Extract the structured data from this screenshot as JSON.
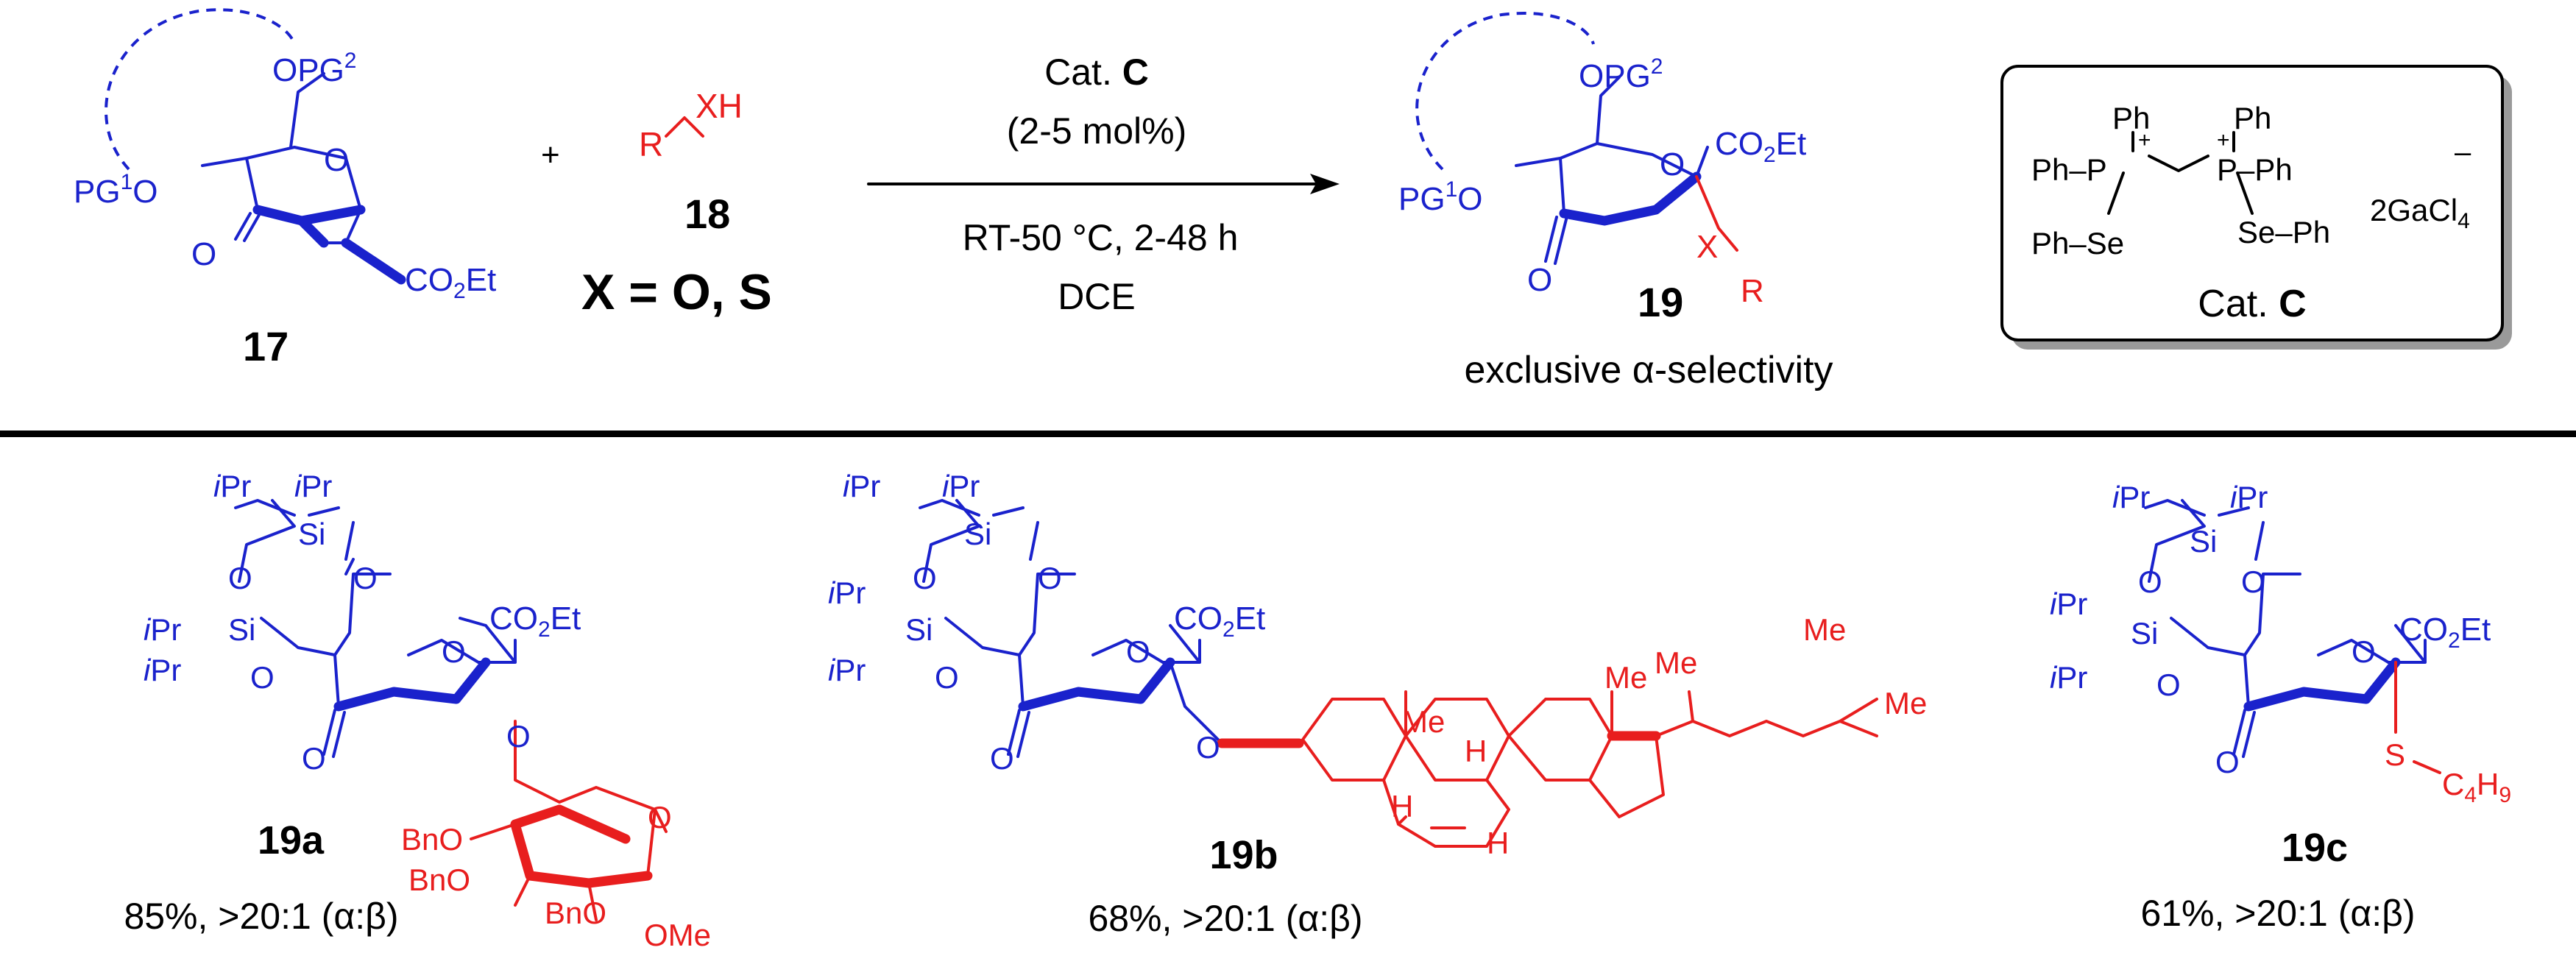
{
  "colors": {
    "protecting_group": "#1a22cc",
    "nucleophile": "#e81e1e",
    "text": "#000000"
  },
  "reaction": {
    "reactant_17": {
      "label": "17",
      "atoms": {
        "opg2": "OPG",
        "opg2_sup": "2",
        "pg1": "PG",
        "pg1_sup": "1",
        "pg1_o": "O",
        "ring_o": "O",
        "ketone_o": "O",
        "ester": "CO",
        "ester_sub": "2",
        "ester_end": "Et"
      }
    },
    "plus_sign": "+",
    "reactant_18": {
      "label": "18",
      "r": "R",
      "xh": "XH",
      "x_definition": "X = O, S"
    },
    "conditions": {
      "catalyst_prefix": "Cat. ",
      "catalyst_bold": "C",
      "loading": "(2-5 mol%)",
      "temp_time": "RT-50 °C, 2-48 h",
      "solvent": "DCE"
    },
    "product_19": {
      "label": "19",
      "caption": "exclusive α-selectivity",
      "atoms": {
        "opg2": "OPG",
        "opg2_sup": "2",
        "pg1": "PG",
        "pg1_sup": "1",
        "pg1_o": "O",
        "ring_o": "O",
        "ketone_o": "O",
        "ester": "CO",
        "ester_sub": "2",
        "ester_end": "Et",
        "x": "X",
        "r": "R"
      }
    },
    "catalyst_c": {
      "label_prefix": "Cat. ",
      "label_bold": "C",
      "atoms": {
        "ph_top_left": "Ph",
        "ph_left": "Ph–P",
        "p_left": "P",
        "plus": "+",
        "ph_top_right": "Ph",
        "p_right_ph": "P–Ph",
        "se_left": "Ph–Se",
        "se_right": "Se–Ph",
        "counter_ion": "2GaCl",
        "counter_sub": "4",
        "minus": "–"
      }
    }
  },
  "examples": [
    {
      "label": "19a",
      "yield": "85%, >20:1 (α:β)",
      "atoms": {
        "ipr": "iPr",
        "si": "Si",
        "o": "O",
        "ester": "CO",
        "ester_sub": "2",
        "ester_end": "Et",
        "bno": "BnO",
        "ome": "OMe"
      }
    },
    {
      "label": "19b",
      "yield": "68%, >20:1 (α:β)",
      "atoms": {
        "ipr": "iPr",
        "si": "Si",
        "o": "O",
        "ester": "CO",
        "ester_sub": "2",
        "ester_end": "Et",
        "me": "Me",
        "h": "H"
      }
    },
    {
      "label": "19c",
      "yield": "61%, >20:1 (α:β)",
      "atoms": {
        "ipr": "iPr",
        "si": "Si",
        "o": "O",
        "ester": "CO",
        "ester_sub": "2",
        "ester_end": "Et",
        "s": "S",
        "c4": "C",
        "c4_sub": "4",
        "h9": "H",
        "h9_sub": "9"
      }
    }
  ]
}
